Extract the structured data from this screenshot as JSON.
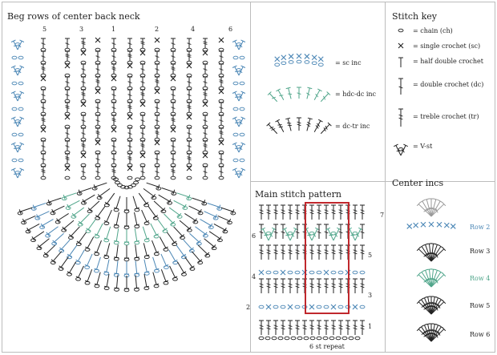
{
  "panels": {
    "back_neck": {
      "title": "Beg rows of center back neck",
      "column_labels": [
        "5",
        "3",
        "1",
        "2",
        "4",
        "6"
      ]
    },
    "incs": {
      "labels": [
        "= sc inc",
        "= hdc-dc inc",
        "= dc-tr inc"
      ]
    },
    "stitch_key": {
      "title": "Stitch key",
      "items": [
        {
          "icon": "chain-icon",
          "label": "= chain (ch)"
        },
        {
          "icon": "single-crochet-icon",
          "label": "= single crochet (sc)"
        },
        {
          "icon": "half-double-crochet-icon",
          "label": "= half double crochet"
        },
        {
          "icon": "double-crochet-icon",
          "label": "= double crochet (dc)"
        },
        {
          "icon": "treble-crochet-icon",
          "label": "= treble crochet (tr)"
        },
        {
          "icon": "v-stitch-icon",
          "label": "= V-st"
        }
      ]
    },
    "main_pattern": {
      "title": "Main stitch pattern",
      "row_labels": [
        "1",
        "2",
        "3",
        "4",
        "5",
        "6",
        "7"
      ],
      "repeat_label": "6 st repeat"
    },
    "center_incs": {
      "title": "Center incs",
      "rows": [
        "Row 2",
        "Row 3",
        "Row 4",
        "Row 5",
        "Row 6"
      ]
    }
  },
  "colors": {
    "ink": "#222222",
    "blue": "#4a86b5",
    "teal": "#4fa58a",
    "grey": "#9a9a9a",
    "repeat_box": "#c0282d"
  }
}
